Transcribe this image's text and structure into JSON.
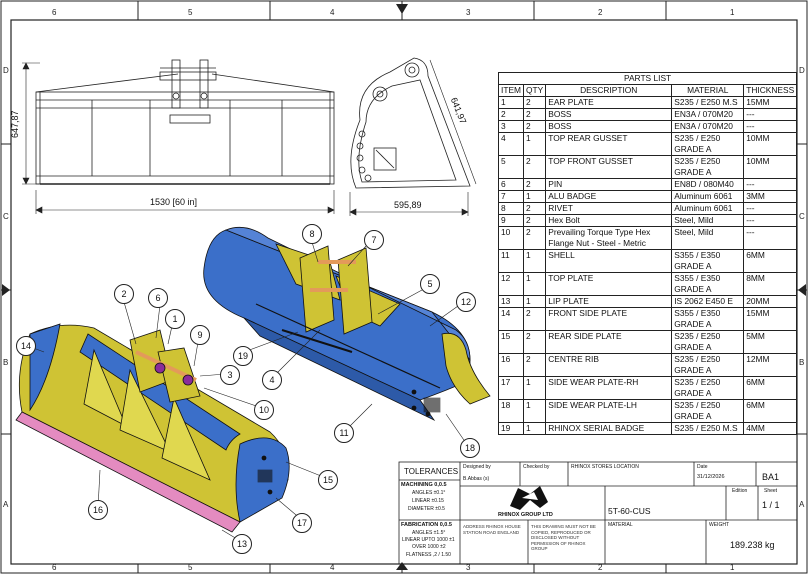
{
  "zones": {
    "top": [
      "6",
      "5",
      "4",
      "3",
      "2",
      "1"
    ],
    "bottom": [
      "6",
      "5",
      "4",
      "3",
      "2",
      "1"
    ],
    "left": [
      "D",
      "C",
      "B",
      "A"
    ],
    "right": [
      "D",
      "C",
      "B",
      "A"
    ]
  },
  "dimensions": {
    "front_height": "647,87",
    "front_width": "1530 [60 in]",
    "side_height": "641,97",
    "side_width": "595,89"
  },
  "balloons": [
    "8",
    "7",
    "5",
    "12",
    "2",
    "6",
    "1",
    "9",
    "3",
    "19",
    "4",
    "10",
    "11",
    "14",
    "18",
    "15",
    "16",
    "17",
    "13"
  ],
  "parts_list": {
    "title": "PARTS LIST",
    "headers": [
      "ITEM",
      "QTY",
      "DESCRIPTION",
      "MATERIAL",
      "THICKNESS"
    ],
    "rows": [
      {
        "item": "1",
        "qty": "2",
        "desc": "EAR PLATE",
        "desc2": "",
        "mat": "S235 / E250 M.S",
        "mat2": "",
        "thk": "15MM"
      },
      {
        "item": "2",
        "qty": "2",
        "desc": "BOSS",
        "desc2": "",
        "mat": "EN3A / 070M20",
        "mat2": "",
        "thk": "---"
      },
      {
        "item": "3",
        "qty": "2",
        "desc": "BOSS",
        "desc2": "",
        "mat": "EN3A / 070M20",
        "mat2": "",
        "thk": "---"
      },
      {
        "item": "4",
        "qty": "1",
        "desc": "TOP REAR GUSSET",
        "desc2": "",
        "mat": "S235 / E250",
        "mat2": "GRADE A",
        "thk": "10MM"
      },
      {
        "item": "5",
        "qty": "2",
        "desc": "TOP FRONT GUSSET",
        "desc2": "",
        "mat": "S235 / E250",
        "mat2": "GRADE A",
        "thk": "10MM"
      },
      {
        "item": "6",
        "qty": "2",
        "desc": "PIN",
        "desc2": "",
        "mat": "EN8D / 080M40",
        "mat2": "",
        "thk": "---"
      },
      {
        "item": "7",
        "qty": "1",
        "desc": "ALU BADGE",
        "desc2": "",
        "mat": "Aluminum 6061",
        "mat2": "",
        "thk": "3MM"
      },
      {
        "item": "8",
        "qty": "2",
        "desc": "RIVET",
        "desc2": "",
        "mat": "Aluminum 6061",
        "mat2": "",
        "thk": "---"
      },
      {
        "item": "9",
        "qty": "2",
        "desc": "Hex Bolt",
        "desc2": "",
        "mat": "Steel, Mild",
        "mat2": "",
        "thk": "---"
      },
      {
        "item": "10",
        "qty": "2",
        "desc": "Prevailing Torque Type Hex",
        "desc2": "Flange Nut  - Steel - Metric",
        "mat": "Steel, Mild",
        "mat2": "",
        "thk": "---"
      },
      {
        "item": "11",
        "qty": "1",
        "desc": "SHELL",
        "desc2": "",
        "mat": "S355 / E350",
        "mat2": "GRADE A",
        "thk": "6MM"
      },
      {
        "item": "12",
        "qty": "1",
        "desc": "TOP PLATE",
        "desc2": "",
        "mat": "S355 / E350",
        "mat2": "GRADE A",
        "thk": "8MM"
      },
      {
        "item": "13",
        "qty": "1",
        "desc": "LIP PLATE",
        "desc2": "",
        "mat": "IS 2062 E450 E",
        "mat2": "",
        "thk": "20MM"
      },
      {
        "item": "14",
        "qty": "2",
        "desc": "FRONT SIDE PLATE",
        "desc2": "",
        "mat": "S355 / E350",
        "mat2": "GRADE A",
        "thk": "15MM"
      },
      {
        "item": "15",
        "qty": "2",
        "desc": "REAR SIDE PLATE",
        "desc2": "",
        "mat": "S235 / E250",
        "mat2": "GRADE A",
        "thk": "5MM"
      },
      {
        "item": "16",
        "qty": "2",
        "desc": "CENTRE RIB",
        "desc2": "",
        "mat": "S235 / E250",
        "mat2": "GRADE A",
        "thk": "12MM"
      },
      {
        "item": "17",
        "qty": "1",
        "desc": "SIDE WEAR PLATE-RH",
        "desc2": "",
        "mat": "S235 / E250",
        "mat2": "GRADE A",
        "thk": "6MM"
      },
      {
        "item": "18",
        "qty": "1",
        "desc": "SIDE WEAR PLATE-LH",
        "desc2": "",
        "mat": "S235 / E250",
        "mat2": "GRADE A",
        "thk": "6MM"
      },
      {
        "item": "19",
        "qty": "1",
        "desc": "RHINOX SERIAL BADGE",
        "desc2": "",
        "mat": "S235 / E250 M.S",
        "mat2": "",
        "thk": "4MM"
      }
    ]
  },
  "title_block": {
    "tolerances": "TOLERANCES",
    "machining": "MACHINING 0,0.5",
    "angles": "ANGLES ±0.1°",
    "linear": "LINEAR ±0.15",
    "diameter": "DIAMETER ±0.5",
    "fabrication": "FABRICATION 0,0.5",
    "fab_angles": "ANGLES ±1.5°",
    "fab_linear_a": "LINEAR UPTO 1000 ±1",
    "fab_linear_b": "OVER 1000 ±2",
    "flatness": "FLATNESS ,2 / 1.50",
    "designed_by_label": "Designed by",
    "designed_by": "B.Abbas (s)",
    "checked_by_label": "Checked by",
    "location_label": "RHINOX STORES LOCATION",
    "date_label": "Date",
    "date": "31/12/2026",
    "size": "BA1",
    "company": "RHINOX GROUP LTD",
    "drawing_no": "5T-60-CUS",
    "edition_label": "Edition",
    "sheet_label": "Sheet",
    "sheet": "1 / 1",
    "material_label": "MATERIAL",
    "weight_label": "WEIGHT",
    "weight": "189.238 kg",
    "notes_left": "ADDRESS RHINOX HOUSE STATION ROAD ENGLAND",
    "notes_right": "THIS DRAWING MUST NOT BE COPIED, REPRODUCED OR DISCLOSED WITHOUT PERMISSION OF RHINOX GROUP"
  },
  "colors": {
    "bucket_blue": "#3b6fc9",
    "gusset_yellow": "#cfc334",
    "lip_pink": "#e48bc0",
    "line": "#111111"
  }
}
